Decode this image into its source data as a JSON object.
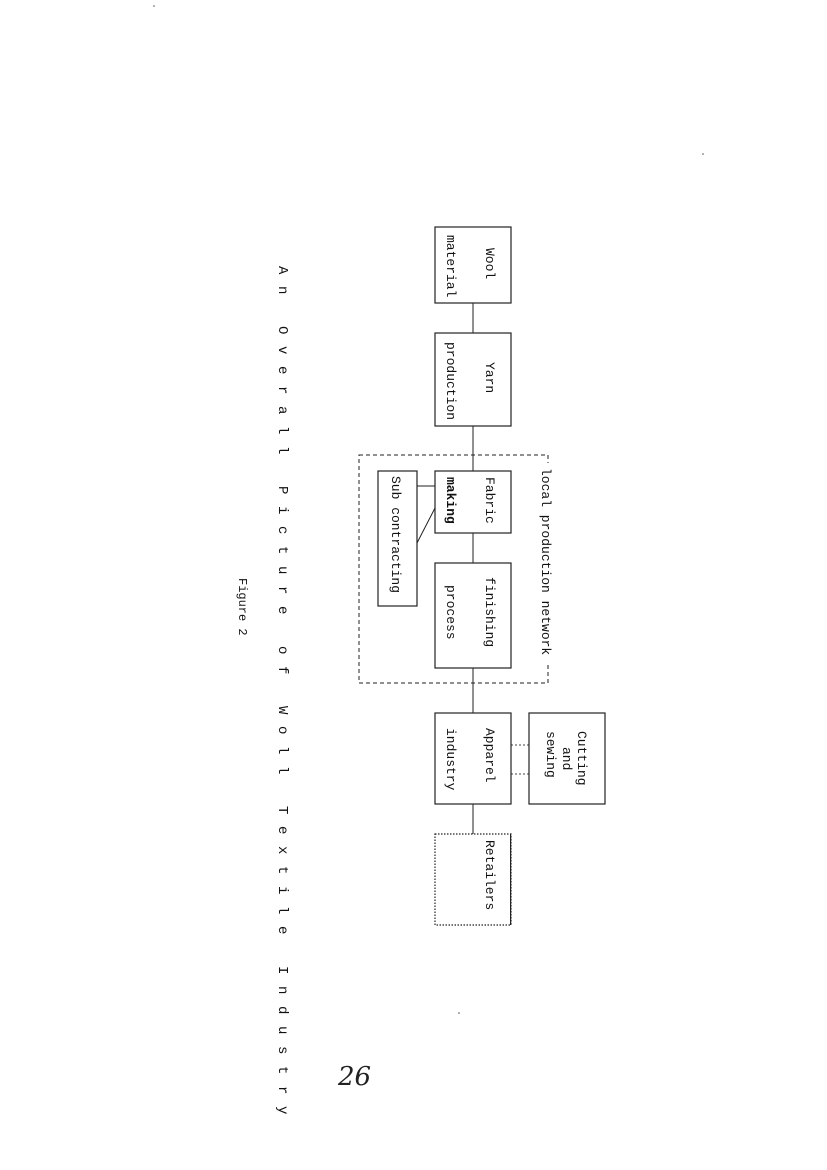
{
  "figure": {
    "title": "An Overall Picture of Woll Textile Industry",
    "caption": "Figure 2",
    "page_number": "26"
  },
  "network_label": "local production network",
  "boxes": {
    "wool_material": [
      "Wool",
      "material"
    ],
    "yarn_production": [
      "Yarn",
      "production"
    ],
    "fabric_making": [
      "Fabric",
      "making"
    ],
    "sub_contracting": [
      "Sub contracting"
    ],
    "finishing_process": [
      "finishing",
      "process"
    ],
    "apparel_industry": [
      "Apparel",
      "industry"
    ],
    "cutting_sewing": [
      "Cutting",
      "and",
      "sewing"
    ],
    "retailers": [
      "Retailers"
    ]
  }
}
